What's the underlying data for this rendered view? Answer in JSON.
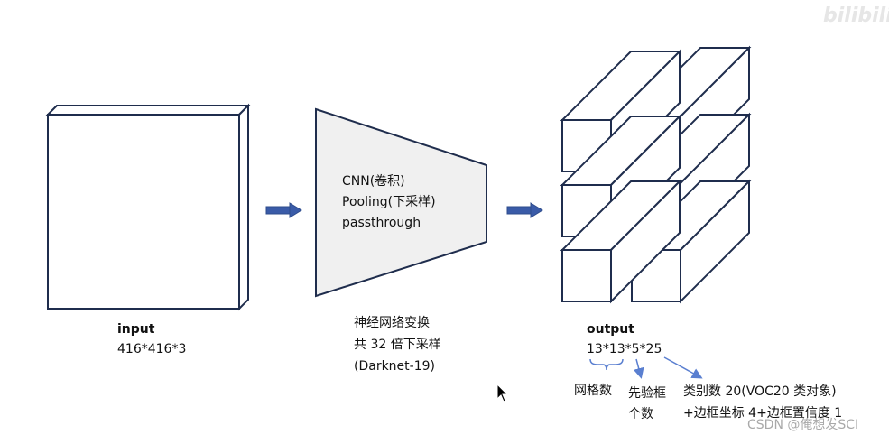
{
  "input": {
    "title": "input",
    "size": "416*416*3"
  },
  "network": {
    "ops": [
      "CNN(卷积)",
      "Pooling(下采样)",
      "passthrough"
    ],
    "caption": [
      "神经网络变换",
      "共 32 倍下采样",
      "(Darknet-19)"
    ]
  },
  "output": {
    "title": "output",
    "size": "13*13*5*25",
    "annotations": {
      "grid": "网格数",
      "anchors_line1": "先验框",
      "anchors_line2": "个数",
      "params_line1": "类别数 20(VOC20 类对象)",
      "params_line2": "+边框坐标 4+边框置信度 1"
    }
  },
  "branding": {
    "logo": "bilibili",
    "watermark": "CSDN @俺想发SCI"
  },
  "colors": {
    "outline": "#1f2d4d",
    "arrow": "#3a5ba8",
    "funnel_fill": "#f0f0f0",
    "annotation": "#5a7fd0"
  }
}
